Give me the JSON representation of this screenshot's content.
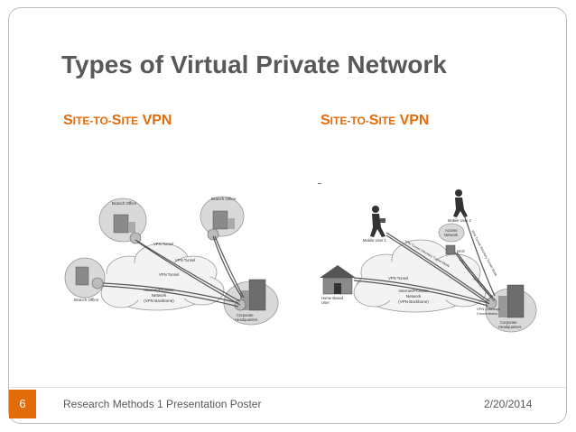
{
  "slide": {
    "title": "Types of Virtual Private Network",
    "number": "6",
    "footer_text": "Research Methods 1 Presentation Poster",
    "date": "2/20/2014"
  },
  "headings": {
    "left": {
      "c1": "S",
      "s1": "ITE",
      "d1": "-",
      "s2": "TO",
      "d2": "-",
      "c2": "S",
      "s3": "ITE",
      "rest": " VPN"
    },
    "right": {
      "c1": "S",
      "s1": "ITE",
      "d1": "-",
      "s2": "TO",
      "d2": "-",
      "c2": "S",
      "s3": "ITE",
      "rest": " VPN"
    }
  },
  "diagram_left": {
    "branch_office_1": "Branch Office",
    "branch_office_2": "Branch Office",
    "branch_office_3": "Branch Office",
    "tunnel_1": "VPN Tunnel",
    "tunnel_2": "VPN Tunnel",
    "tunnel_3": "VPN Tunnel",
    "network_line1": "Internet/Provider",
    "network_line2": "Network",
    "network_line3": "(VPN Backbone)",
    "hq_line1": "Corporate",
    "hq_line2": "Headquarters"
  },
  "diagram_right": {
    "mobile_user_1": "Mobile User 1",
    "mobile_user_2": "Mobile User 2",
    "access_line1": "Access",
    "access_line2": "Network",
    "nas": "NAS",
    "tunnel_a": "VPN Tunnel Voluntary Tunnel Mode",
    "tunnel_b": "VPN Tunnel Compulsory Tunnel Mode",
    "tunnel_c": "VPN Tunnel Voluntary Tunnel Mode",
    "tunnel_d": "VPN Tunnel",
    "home_line1": "Home Based",
    "home_line2": "User",
    "network_line1": "Internet/Provider",
    "network_line2": "Network",
    "network_line3": "(VPN Backbone)",
    "gateway_line1": "VPN Gateway/",
    "gateway_line2": "Concentrator",
    "hq_line1": "Corporate",
    "hq_line2": "Headquarters"
  }
}
